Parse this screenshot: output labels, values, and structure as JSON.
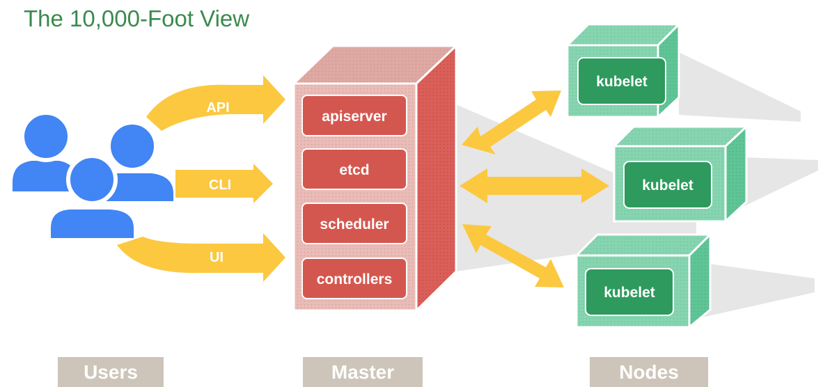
{
  "title": "The 10,000-Foot View",
  "users": {
    "label": "Users",
    "interfaces": [
      "API",
      "CLI",
      "UI"
    ]
  },
  "master": {
    "label": "Master",
    "components": [
      "apiserver",
      "etcd",
      "scheduler",
      "controllers"
    ]
  },
  "nodes": {
    "label": "Nodes",
    "items": [
      "kubelet",
      "kubelet",
      "kubelet"
    ]
  },
  "colors": {
    "title": "#3a8a4e",
    "user": "#4285f4",
    "arrow": "#fbc840",
    "master_front": "#e9bcb7",
    "master_top": "#dea9a2",
    "master_side": "#d95f58",
    "component_fill": "#d4574f",
    "node_front": "#86d4b0",
    "node_side": "#5fc496",
    "kubelet_fill": "#2e9a5e",
    "shadow": "#e3e3e3",
    "label_bg": "#cdc5b9"
  }
}
